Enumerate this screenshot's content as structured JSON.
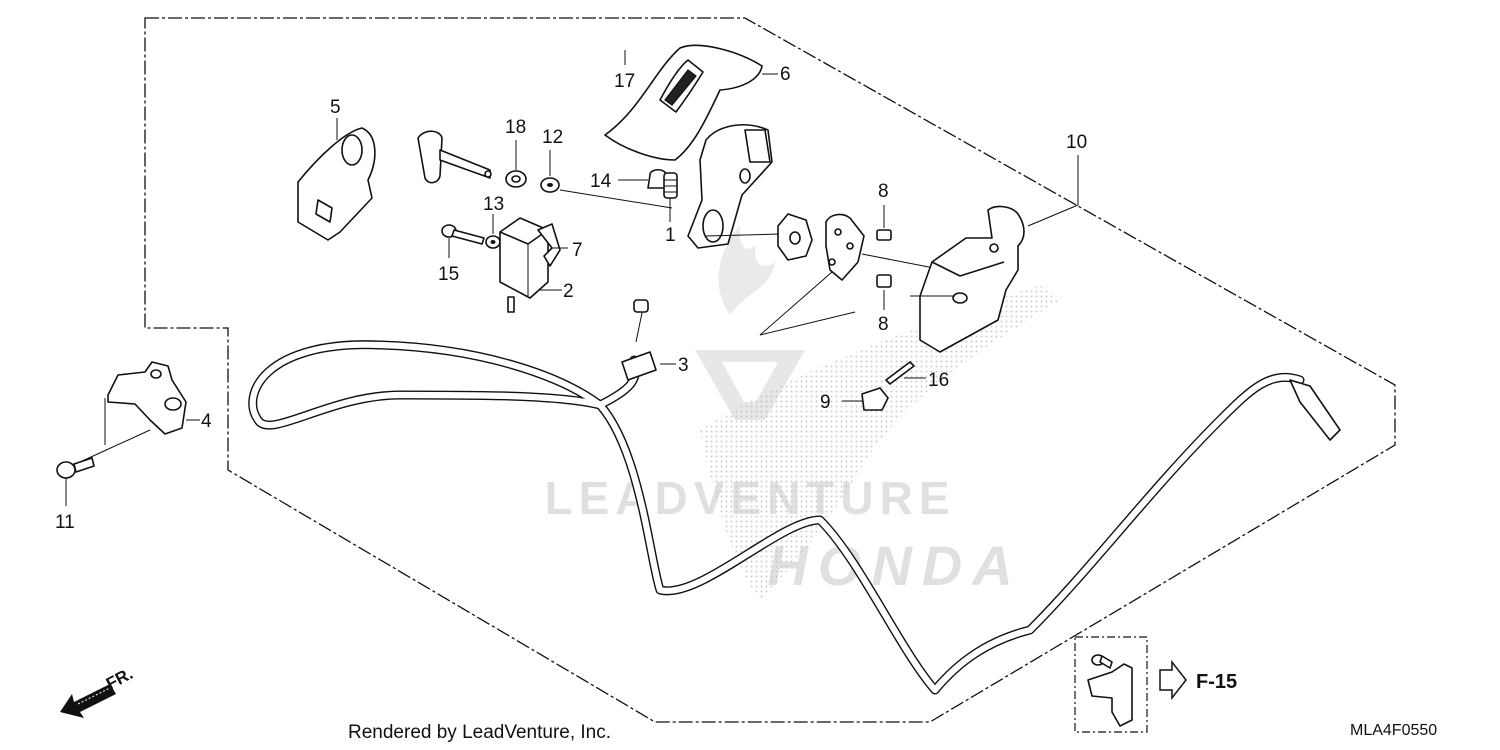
{
  "callouts": {
    "c1": "1",
    "c2": "2",
    "c3": "3",
    "c4": "4",
    "c5": "5",
    "c6": "6",
    "c7": "7",
    "c8a": "8",
    "c8b": "8",
    "c9": "9",
    "c10": "10",
    "c11": "11",
    "c12": "12",
    "c13": "13",
    "c14": "14",
    "c15": "15",
    "c16": "16",
    "c17": "17",
    "c18": "18"
  },
  "front_indicator": "FR.",
  "reference": {
    "label": "F-15"
  },
  "watermark": {
    "line1": "LEADVENTURE",
    "line2": "HONDA"
  },
  "footer": {
    "credit": "Rendered by LeadVenture, Inc.",
    "diagram_code": "MLA4F0550"
  },
  "icons": [
    "front-arrow-icon",
    "reference-arrow-icon"
  ]
}
